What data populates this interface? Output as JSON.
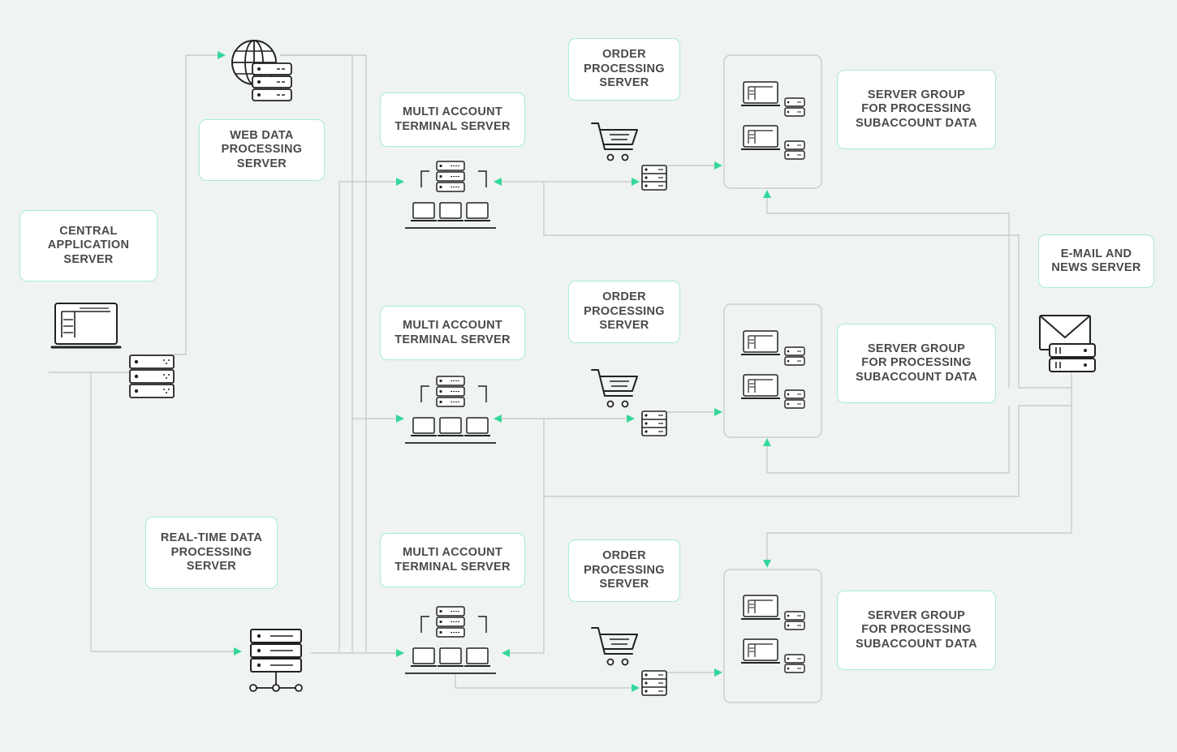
{
  "labels": {
    "central_app": "CENTRAL\nAPPLICATION\nSERVER",
    "web_data": "WEB DATA\nPROCESSING\nSERVER",
    "realtime": "REAL-TIME DATA\nPROCESSING\nSERVER",
    "terminal_1": "MULTI ACCOUNT\nTERMINAL SERVER",
    "terminal_2": "MULTI ACCOUNT\nTERMINAL SERVER",
    "terminal_3": "MULTI ACCOUNT\nTERMINAL SERVER",
    "order_1": "ORDER\nPROCESSING\nSERVER",
    "order_2": "ORDER\nPROCESSING\nSERVER",
    "order_3": "ORDER\nPROCESSING\nSERVER",
    "group_1": "SERVER GROUP\nFOR PROCESSING\nSUBACCOUNT DATA",
    "group_2": "SERVER GROUP\nFOR PROCESSING\nSUBACCOUNT DATA",
    "group_3": "SERVER GROUP\nFOR PROCESSING\nSUBACCOUNT DATA",
    "email": "E-MAIL AND\nNEWS SERVER"
  },
  "icons": {
    "central_app": "laptop-server-icon",
    "web_data": "globe-server-icon",
    "realtime": "server-network-icon",
    "terminal": "terminal-server-icon",
    "order": "shopping-cart-icon",
    "group": "laptop-server-group-icon",
    "email": "mail-server-icon"
  },
  "colors": {
    "background": "#eff3f2",
    "accent": "#35d89a",
    "connector": "#c8cdcc",
    "label_border": "#a9ecd1",
    "label_text": "#4a4a4a",
    "icon": "#222222"
  }
}
